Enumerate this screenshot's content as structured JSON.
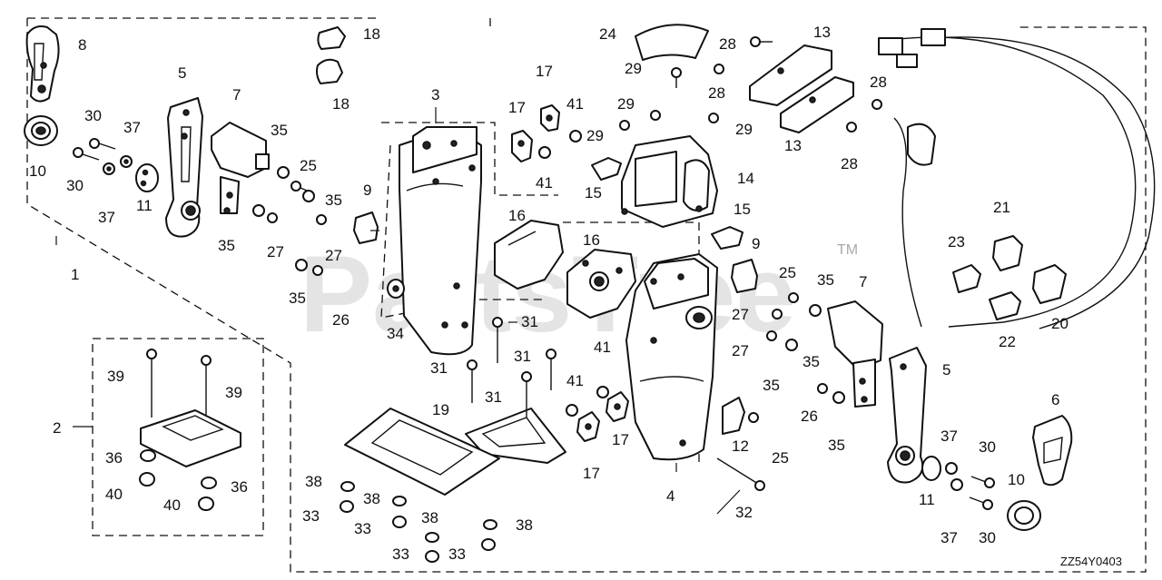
{
  "watermark": "PartsTree",
  "trademark": "TM",
  "diagram_code": "ZZ54Y0403",
  "callouts": {
    "c1": "1",
    "c2": "2",
    "c3": "3",
    "c4": "4",
    "c5a": "5",
    "c5b": "5",
    "c6": "6",
    "c7a": "7",
    "c7b": "7",
    "c8": "8",
    "c9a": "9",
    "c9b": "9",
    "c10a": "10",
    "c10b": "10",
    "c11a": "11",
    "c11b": "11",
    "c12": "12",
    "c13a": "13",
    "c13b": "13",
    "c14": "14",
    "c15a": "15",
    "c15b": "15",
    "c16a": "16",
    "c16b": "16",
    "c17a": "17",
    "c17b": "17",
    "c17c": "17",
    "c17d": "17",
    "c18a": "18",
    "c18b": "18",
    "c19": "19",
    "c20": "20",
    "c21": "21",
    "c22": "22",
    "c23": "23",
    "c24": "24",
    "c25a": "25",
    "c25b": "25",
    "c25c": "25",
    "c26a": "26",
    "c26b": "26",
    "c27a": "27",
    "c27b": "27",
    "c27c": "27",
    "c27d": "27",
    "c28a": "28",
    "c28b": "28",
    "c28c": "28",
    "c28d": "28",
    "c29a": "29",
    "c29b": "29",
    "c29c": "29",
    "c29d": "29",
    "c30a": "30",
    "c30b": "30",
    "c30c": "30",
    "c30d": "30",
    "c31a": "31",
    "c31b": "31",
    "c31c": "31",
    "c31d": "31",
    "c32": "32",
    "c33a": "33",
    "c33b": "33",
    "c33c": "33",
    "c33d": "33",
    "c34": "34",
    "c35a": "35",
    "c35b": "35",
    "c35c": "35",
    "c35d": "35",
    "c35e": "35",
    "c35f": "35",
    "c35g": "35",
    "c36a": "36",
    "c36b": "36",
    "c37a": "37",
    "c37b": "37",
    "c37c": "37",
    "c37d": "37",
    "c38a": "38",
    "c38b": "38",
    "c38c": "38",
    "c38d": "38",
    "c39a": "39",
    "c39b": "39",
    "c40a": "40",
    "c40b": "40",
    "c41a": "41",
    "c41b": "41",
    "c41c": "41",
    "c41d": "41"
  }
}
